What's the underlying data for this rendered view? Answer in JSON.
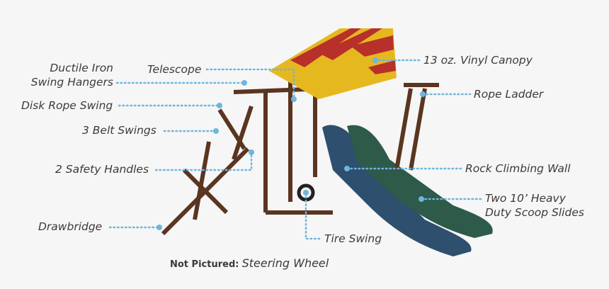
{
  "colors": {
    "background": "#f6f6f6",
    "leader": "#6db6de",
    "wood": "#5a3520",
    "canopy_red": "#b8302a",
    "canopy_yellow": "#e6b820",
    "slide": "#2f4f6e"
  },
  "labels": {
    "ductile_1": "Ductile Iron",
    "ductile_2": "Swing Hangers",
    "telescope": "Telescope",
    "canopy": "13 oz. Vinyl Canopy",
    "disk_swing": "Disk Rope Swing",
    "rope_ladder": "Rope Ladder",
    "belt_swings": "3 Belt Swings",
    "safety_handles": "2 Safety Handles",
    "climbing_wall": "Rock Climbing Wall",
    "slides_1": "Two 10’ Heavy",
    "slides_2": "Duty Scoop Slides",
    "drawbridge": "Drawbridge",
    "tire_swing": "Tire Swing"
  },
  "footer": {
    "prefix": "Not Pictured:",
    "item": "Steering Wheel"
  }
}
